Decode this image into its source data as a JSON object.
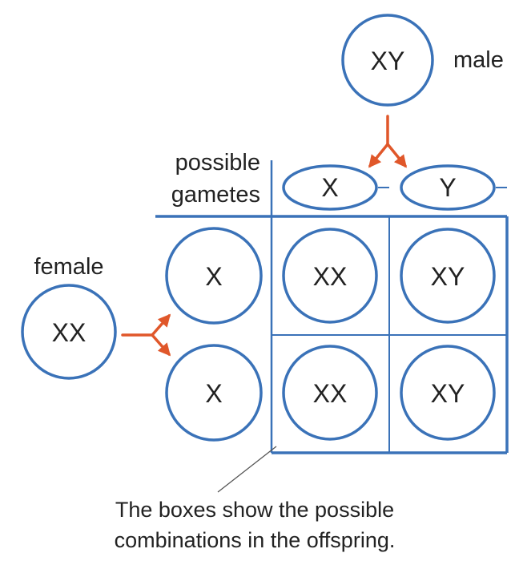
{
  "colors": {
    "circle_stroke": "#3a72b8",
    "grid_stroke": "#3a72b8",
    "arrow": "#e0572a",
    "text": "#222222"
  },
  "male": {
    "label": "male",
    "genotype": "XY"
  },
  "female": {
    "label": "female",
    "genotype": "XX"
  },
  "gametes_label": {
    "line1": "possible",
    "line2": "gametes"
  },
  "male_gametes": [
    "X",
    "Y"
  ],
  "female_gametes": [
    "X",
    "X"
  ],
  "offspring": [
    [
      "XX",
      "XY"
    ],
    [
      "XX",
      "XY"
    ]
  ],
  "caption": {
    "line1": "The boxes show the possible",
    "line2": "combinations in the offspring."
  }
}
